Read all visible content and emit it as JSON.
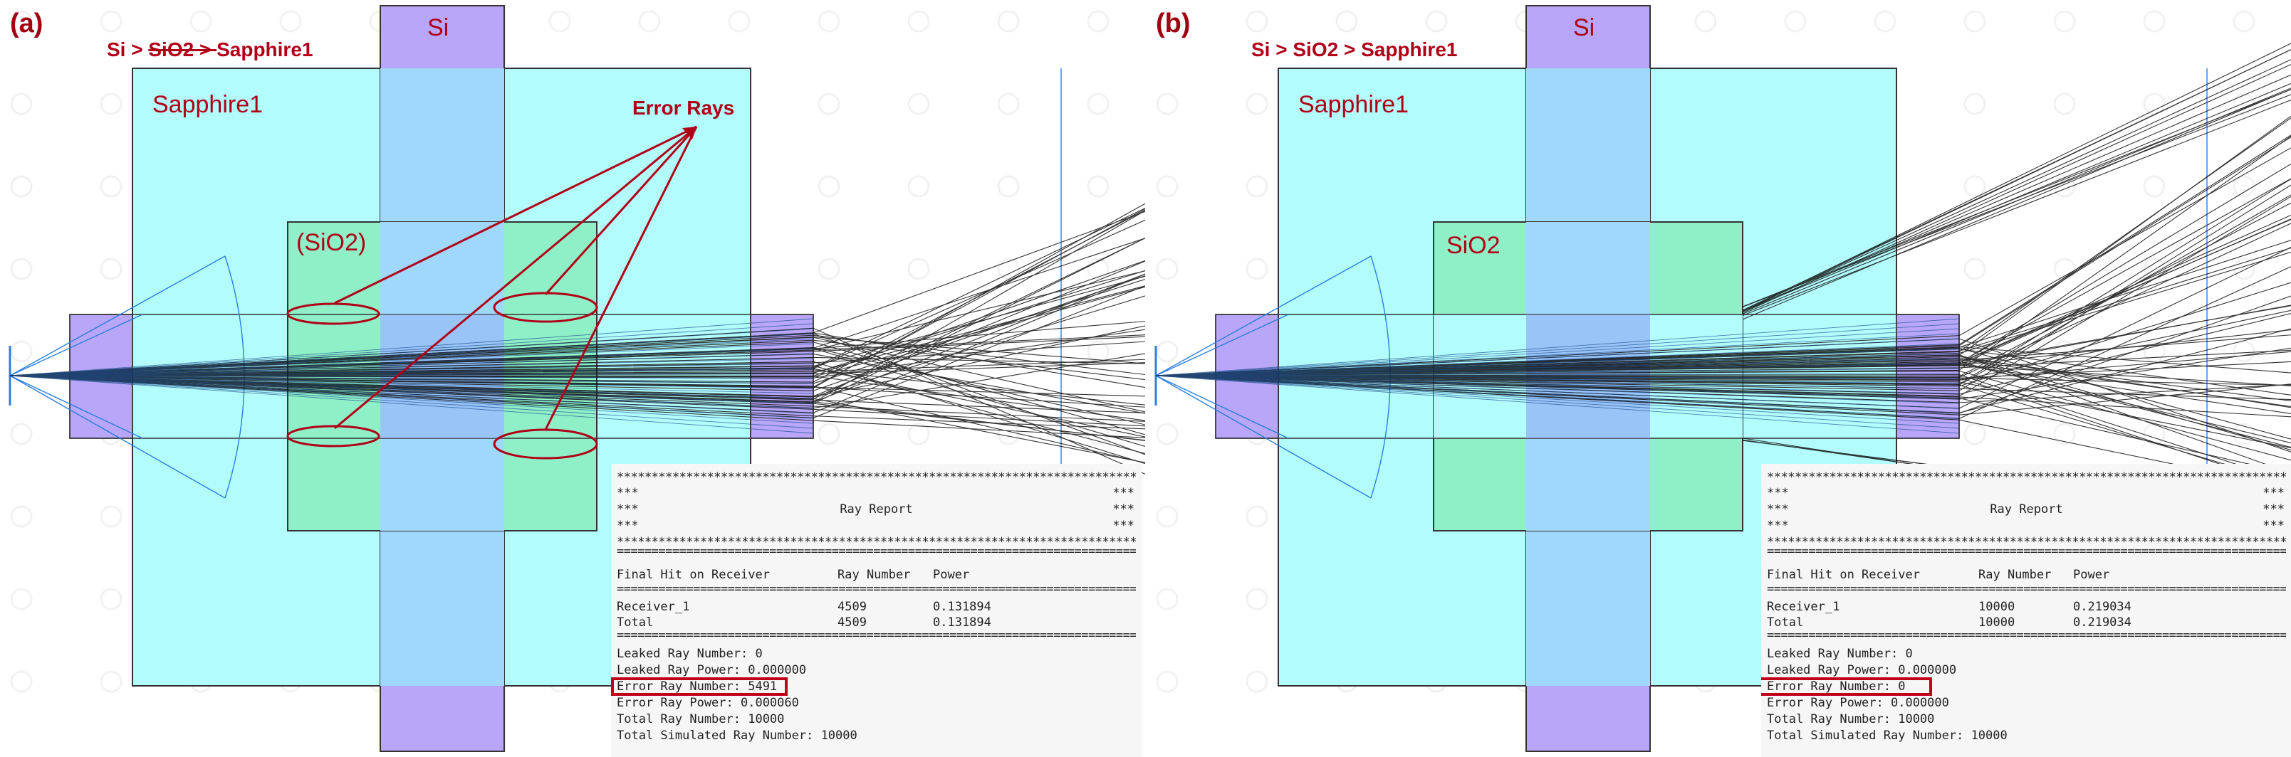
{
  "panels": [
    {
      "label": "(a)",
      "order": {
        "pre": "Si > ",
        "strike": "SiO2 > ",
        "post": "Sapphire1"
      },
      "blocks": {
        "si": "Si",
        "sapphire": "Sapphire1",
        "sio2": "(SiO2)"
      },
      "annotation": "Error Rays",
      "report": {
        "title": "Ray Report",
        "col_headers": [
          "Final Hit on Receiver",
          "Ray Number",
          "Power"
        ],
        "rows": [
          {
            "name": "Receiver_1",
            "rays": "4509",
            "power": "0.131894"
          },
          {
            "name": "Total",
            "rays": "4509",
            "power": "0.131894"
          }
        ],
        "lines": [
          "Leaked Ray Number: 0",
          "Leaked Ray Power: 0.000000",
          "Error Ray Number: 5491",
          "Error Ray Power: 0.000060",
          "Total Ray Number: 10000",
          "Total Simulated Ray Number: 10000"
        ]
      }
    },
    {
      "label": "(b)",
      "order": {
        "pre": "Si > SiO2 > Sapphire1",
        "strike": "",
        "post": ""
      },
      "blocks": {
        "si": "Si",
        "sapphire": "Sapphire1",
        "sio2": "SiO2"
      },
      "annotation": "",
      "report": {
        "title": "Ray Report",
        "col_headers": [
          "Final Hit on Receiver",
          "Ray Number",
          "Power"
        ],
        "rows": [
          {
            "name": "Receiver_1",
            "rays": "10000",
            "power": "0.219034"
          },
          {
            "name": "Total",
            "rays": "10000",
            "power": "0.219034"
          }
        ],
        "lines": [
          "Leaked Ray Number: 0",
          "Leaked Ray Power: 0.000000",
          "Error Ray Number: 0",
          "Error Ray Power: 0.000000",
          "Total Ray Number: 10000",
          "Total Simulated Ray Number: 10000"
        ]
      }
    }
  ],
  "colors": {
    "sapphire": "#b3fcfc",
    "si": "#b8a6f8",
    "sio2": "#8ff0c8",
    "overlap": "#9fd8fb",
    "ray": "#111111",
    "emphasis": "#b00018"
  }
}
